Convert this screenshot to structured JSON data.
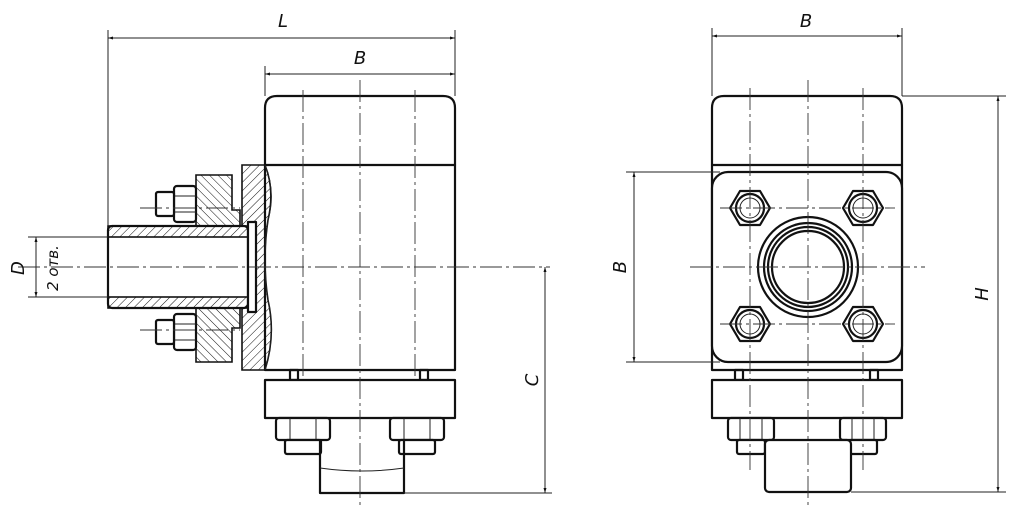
{
  "labels": {
    "L": "L",
    "B_top_side": "B",
    "B_top_front": "B",
    "B_vertical": "B",
    "D": "D",
    "holes": "2 отв.",
    "C": "C",
    "H": "H"
  }
}
